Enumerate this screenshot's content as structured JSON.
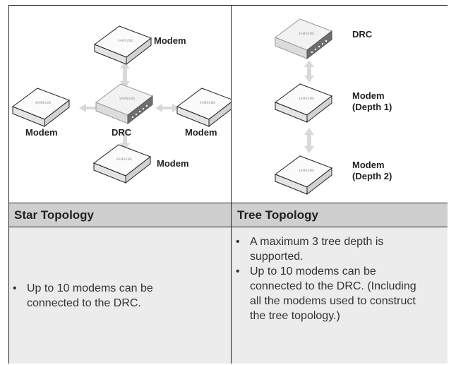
{
  "star": {
    "header": "Star Topology",
    "labels": {
      "modem_top": "Modem",
      "modem_left": "Modem",
      "drc": "DRC",
      "modem_right": "Modem",
      "modem_bottom": "Modem"
    },
    "bullets": [
      "Up to 10 modems can be connected to the DRC."
    ]
  },
  "tree": {
    "header": "Tree Topology",
    "labels": {
      "drc": "DRC",
      "modem_depth1_line1": "Modem",
      "modem_depth1_line2": "(Depth 1)",
      "modem_depth2_line1": "Modem",
      "modem_depth2_line2": "(Depth 2)"
    },
    "bullets": [
      "A maximum 3 tree depth is supported.",
      "Up to 10 modems can be connected to the DRC. (Including all the modems used to construct the tree topology.)"
    ]
  },
  "device_brand": "SAMSUNG",
  "colors": {
    "header_bg": "#cfcfcf",
    "body_bg": "#ececec",
    "arrow": "#d9d9d9",
    "device_dark": "#6d6e71"
  }
}
